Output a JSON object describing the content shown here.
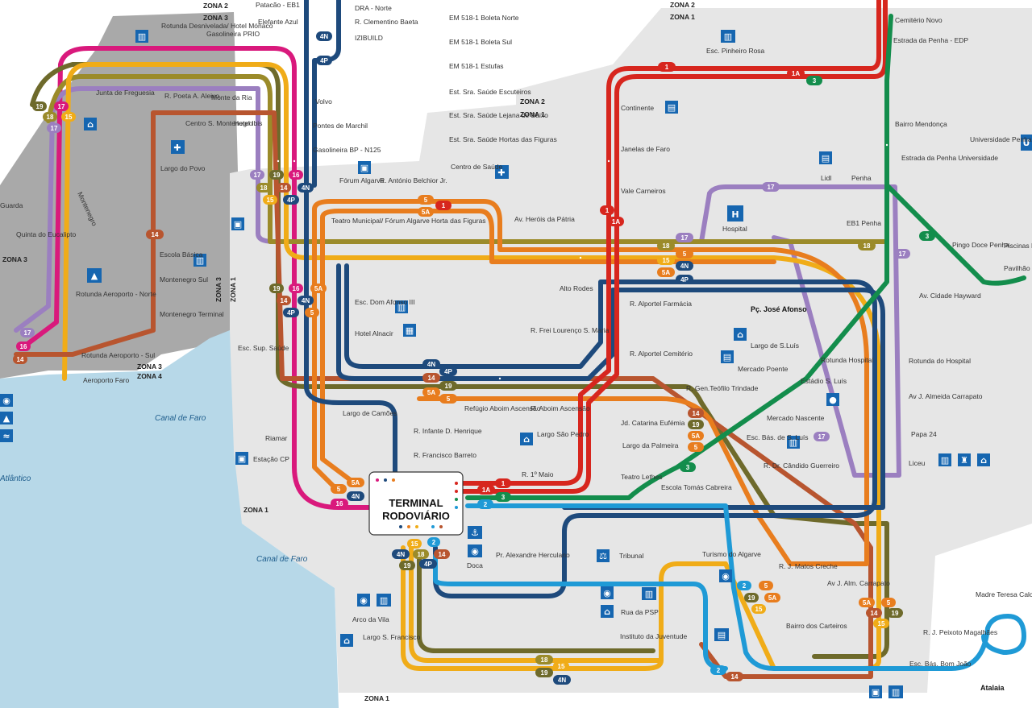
{
  "zones": [
    "ZONA 2",
    "ZONA 3",
    "ZONA 1",
    "ZONA 2",
    "ZONA 1",
    "ZONA 2",
    "ZONA 1",
    "ZONA 3",
    "ZONA 1",
    "ZONA 3",
    "ZONA 4",
    "ZONA 1",
    "ZONA 1"
  ],
  "water": [
    "Canal de Faro",
    "Canal de Faro",
    "Atlântico"
  ],
  "hub": {
    "line1": "TERMINAL",
    "line2": "RODOVIÁRIO"
  },
  "stops": [
    "Patacão - EB1",
    "Elefante Azul",
    "DRA - Norte",
    "R. Clementino Baeta",
    "IZIBUILD",
    "EM 518-1 Boleta Norte",
    "EM 518-1 Boleta Sul",
    "EM 518-1 Estufas",
    "Est. Sra. Saúde Escuteiros",
    "Est. Sra. Saúde Lejana de Baixo",
    "Est. Sra. Saúde Hortas das Figuras",
    "Centro de Saúde",
    "Rotunda Desnivelada/ Hotel Mónaco",
    "Gasolineira PRIO",
    "Junta de Freguesia",
    "R. Poeta A. Aleixo",
    "Monte da Ria",
    "Centro S. Montenegro",
    "Hotel Ibis",
    "Volvo",
    "Pontes de Marchil",
    "Gasolineira BP - N125",
    "Largo do Povo",
    "Fórum Algarve",
    "R. António Belchior Jr.",
    "Teatro Municipal/ Fórum Algarve",
    "Horta das Figuras",
    "Av. Heróis da Pátria",
    "Alto Rodes",
    "Quinta do Eucalipto",
    "Escola Básica",
    "Montenegro Sul",
    "Montenegro Terminal",
    "Rotunda Aeroporto - Norte",
    "Rotunda Aeroporto - Sul",
    "Aeroporto Faro",
    "Esc. Sup. Saúde",
    "Esc. Dom Afonso III",
    "Hotel Alnacir",
    "R. Frei Lourenço S. Maria",
    "Riamar",
    "Estação CP",
    "Largo de Camões",
    "R. Infante D. Henrique",
    "R. Francisco Barreto",
    "Refúgio Aboim Ascensão",
    "R. Aboim Ascensão",
    "Largo São Pedro",
    "R. 1º Maio",
    "Teatro Lethes",
    "Jd. Catarina Eufémia",
    "Largo da Palmeira",
    "R. Alportel Farmácia",
    "R. Alportel Cemitério",
    "Continente",
    "Janelas de Faro",
    "Vale Carneiros",
    "Esc. Pinheiro Rosa",
    "Cemitério Novo",
    "Estrada da Penha - EDP",
    "Bairro Mendonça",
    "Estrada da Penha Universidade",
    "Universidade Penha",
    "Lidl",
    "Penha",
    "EB1 Penha",
    "Hospital",
    "Pingo Doce Penha",
    "Piscinas Municipais",
    "Pavilhão Gimnodesportivo",
    "Av. Cidade Hayward",
    "Pç. José Afonso",
    "Largo de S.Luís",
    "Mercado Poente",
    "Rotunda Hospital",
    "Estádio S. Luís",
    "R. Gen.Teófilo Trindade",
    "Mercado Nascente",
    "Esc. Bás. de S. Luís",
    "R. Dr. Cândido Guerreiro",
    "Rotunda do Hospital",
    "Av J. Almeida Carrapato",
    "Papa 24",
    "Liceu",
    "Escola Tomás Cabreira",
    "Pr. Alexandre Herculano",
    "Doca",
    "Tribunal",
    "Turismo do Algarve",
    "Rua da PSP",
    "Instituto da Juventude",
    "R. J. Matos Creche",
    "Av J. Alm. Carrapato",
    "Bairro dos Carteiros",
    "Madre Teresa Calcutá",
    "R. J. Peixoto Magalhães",
    "Esc. Bás. Bom João",
    "Atalaia",
    "Arco da Vila",
    "Largo S. Francisco",
    "Montenegro",
    "Guarda"
  ],
  "lines": [
    {
      "id": "1",
      "color": "#d7261e"
    },
    {
      "id": "1A",
      "color": "#d7261e"
    },
    {
      "id": "2",
      "color": "#1f9ad6"
    },
    {
      "id": "3",
      "color": "#138d4c"
    },
    {
      "id": "4N",
      "color": "#1e4a7c"
    },
    {
      "id": "4P",
      "color": "#1e4a7c"
    },
    {
      "id": "5",
      "color": "#e87d1e"
    },
    {
      "id": "5A",
      "color": "#e87d1e"
    },
    {
      "id": "14",
      "color": "#b8552f"
    },
    {
      "id": "15",
      "color": "#f0ac18"
    },
    {
      "id": "16",
      "color": "#d9197c"
    },
    {
      "id": "17",
      "color": "#9b7fc0"
    },
    {
      "id": "18",
      "color": "#9b8b2a"
    },
    {
      "id": "19",
      "color": "#6e6a2b"
    }
  ],
  "badges": [
    "1",
    "1A",
    "2",
    "3",
    "4N",
    "4P",
    "5",
    "5A",
    "14",
    "15",
    "16",
    "17",
    "18",
    "19"
  ]
}
